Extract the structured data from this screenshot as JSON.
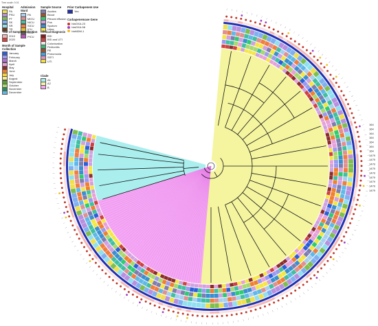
{
  "tree_scale": "Tree scale: 0.01",
  "legends": {
    "hospital": {
      "title": "Hospital",
      "items": [
        {
          "label": "PA",
          "color": "#f0e050"
        },
        {
          "label": "PSU",
          "color": "#b890e0"
        },
        {
          "label": "PT",
          "color": "#7fbf50"
        },
        {
          "label": "SK",
          "color": "#80b0f0"
        },
        {
          "label": "SR",
          "color": "#90e0f0"
        },
        {
          "label": "TR",
          "color": "#6b3d1a"
        }
      ]
    },
    "ward": {
      "title": "Admission Ward",
      "items": [
        {
          "label": "PA",
          "color": "#a7d0ef"
        },
        {
          "label": "MICU",
          "color": "#e09090"
        },
        {
          "label": "NICU",
          "color": "#40c0a0"
        },
        {
          "label": "SICU",
          "color": "#f07e3e"
        },
        {
          "label": "ICU",
          "color": "#e0c030"
        },
        {
          "label": "CCU",
          "color": "#606060"
        },
        {
          "label": "PICU",
          "color": "#c050c0"
        }
      ]
    },
    "source": {
      "title": "Sample Source",
      "items": [
        {
          "label": "Ascites",
          "color": "#7d7db0"
        },
        {
          "label": "Blood",
          "color": "#a0522d"
        },
        {
          "label": "Pleural effusion",
          "color": "#2ecc71"
        },
        {
          "label": "Pus",
          "color": "#d0a0e0"
        },
        {
          "label": "Sputum",
          "color": "#3a8fd0"
        },
        {
          "label": "Urine",
          "color": "#f5e642"
        }
      ]
    },
    "prior": {
      "title": "Prior Carbapenem Use",
      "items": [
        {
          "label": "Yes",
          "color": "#1f2fb0"
        }
      ]
    },
    "gene": {
      "title": "Carbapenemase Gene",
      "items": [
        {
          "label": "blaOXA-23",
          "color": "#c0392b"
        },
        {
          "label": "blaOXA-58",
          "color": "#a03cc8"
        },
        {
          "label": "blaNDM-1",
          "color": "#f0c020"
        }
      ]
    },
    "year": {
      "title": "Year of Sample Collection",
      "items": [
        {
          "label": "2019",
          "color": "#f4b6b6"
        },
        {
          "label": "2020",
          "color": "#d9403a"
        }
      ]
    },
    "month": {
      "title": "Month of Sample Collection",
      "items": [
        {
          "label": "January",
          "color": "#2b5fd9"
        },
        {
          "label": "February",
          "color": "#9a9af0"
        },
        {
          "label": "March",
          "color": "#b46ed8"
        },
        {
          "label": "April",
          "color": "#e8a0d8"
        },
        {
          "label": "May",
          "color": "#8b2c2c"
        },
        {
          "label": "June",
          "color": "#f08030"
        },
        {
          "label": "July",
          "color": "#f5d23c"
        },
        {
          "label": "August",
          "color": "#f8ee8a"
        },
        {
          "label": "September",
          "color": "#5aa02c"
        },
        {
          "label": "October",
          "color": "#a8d870"
        },
        {
          "label": "November",
          "color": "#2e8b57"
        },
        {
          "label": "December",
          "color": "#60b8e8"
        }
      ]
    },
    "diagnosis": {
      "title": "Clinical Diagnosis",
      "items": [
        {
          "label": "BSI",
          "color": "#8b1a1a"
        },
        {
          "label": "BSI and UTI",
          "color": "#d04040"
        },
        {
          "label": "Colonization",
          "color": "#e8e8e8"
        },
        {
          "label": "Peritonitis",
          "color": "#3cb878"
        },
        {
          "label": "PE",
          "color": "#a0522d"
        },
        {
          "label": "Pneumonia",
          "color": "#40a0e0"
        },
        {
          "label": "SSTI",
          "color": "#e090c0"
        },
        {
          "label": "UTI",
          "color": "#f0e040"
        }
      ]
    },
    "clade": {
      "title": "Clade",
      "items": [
        {
          "label": "A1",
          "color": "#aaeeee"
        },
        {
          "label": "A2",
          "color": "#f5f5a0"
        },
        {
          "label": "B",
          "color": "#f4a8f4"
        }
      ]
    }
  },
  "tip_label_samples": [
    "164",
    "164",
    "164",
    "164",
    "164",
    "164",
    "164",
    "1479",
    "1479",
    "1479",
    "1479",
    "1479",
    "1479",
    "1479",
    "1479",
    "1479"
  ],
  "ring_palette": [
    "#f0e050",
    "#b890e0",
    "#7fbf50",
    "#80b0f0",
    "#90e0f0",
    "#a7d0ef",
    "#e09090",
    "#40c0a0",
    "#f07e3e",
    "#3a8fd0",
    "#d0a0e0",
    "#2ecc71",
    "#7d7db0",
    "#f5e642",
    "#2b5fd9",
    "#9a9af0",
    "#e8a0d8",
    "#f08030",
    "#a8d870",
    "#60b8e8",
    "#8b2c2c",
    "#d04040"
  ]
}
